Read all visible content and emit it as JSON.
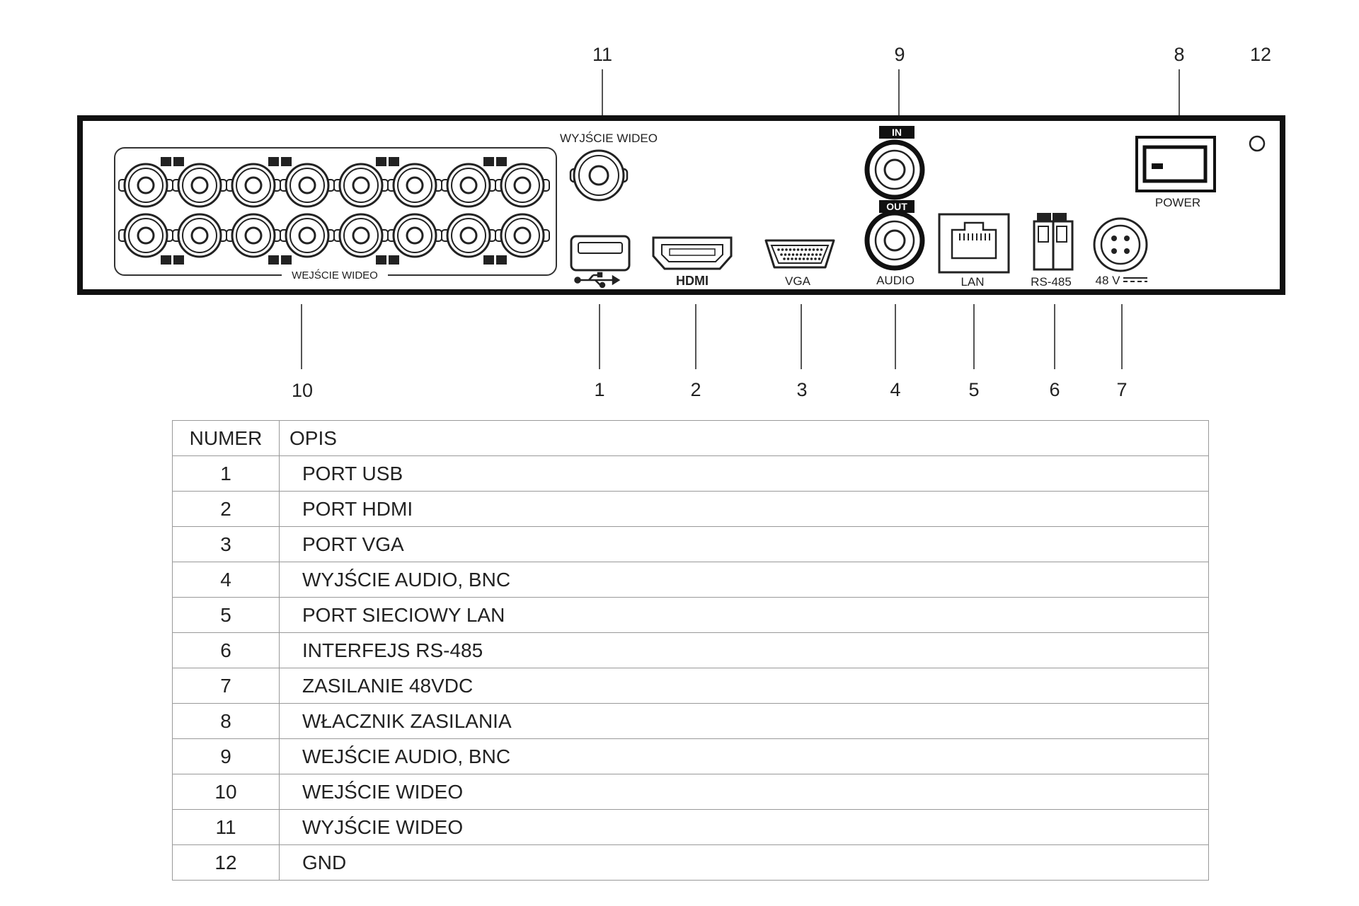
{
  "diagram": {
    "callouts": [
      "1",
      "2",
      "3",
      "4",
      "5",
      "6",
      "7",
      "8",
      "9",
      "10",
      "11",
      "12"
    ],
    "labels": {
      "video_in": "WEJŚCIE WIDEO",
      "video_out": "WYJŚCIE WIDEO",
      "hdmi": "HDMI",
      "vga": "VGA",
      "audio": "AUDIO",
      "audio_in": "IN",
      "audio_out": "OUT",
      "lan": "LAN",
      "rs485": "RS-485",
      "power_in": "48 V",
      "power": "POWER"
    }
  },
  "table": {
    "headers": [
      "NUMER",
      "OPIS"
    ],
    "rows": [
      {
        "num": "1",
        "desc": "PORT USB"
      },
      {
        "num": "2",
        "desc": "PORT HDMI"
      },
      {
        "num": "3",
        "desc": "PORT VGA"
      },
      {
        "num": "4",
        "desc": "WYJŚCIE AUDIO, BNC"
      },
      {
        "num": "5",
        "desc": "PORT SIECIOWY LAN"
      },
      {
        "num": "6",
        "desc": "INTERFEJS RS-485"
      },
      {
        "num": "7",
        "desc": "ZASILANIE 48VDC"
      },
      {
        "num": "8",
        "desc": "WŁACZNIK ZASILANIA"
      },
      {
        "num": "9",
        "desc": "WEJŚCIE AUDIO, BNC"
      },
      {
        "num": "10",
        "desc": "WEJŚCIE WIDEO"
      },
      {
        "num": "11",
        "desc": "WYJŚCIE WIDEO"
      },
      {
        "num": "12",
        "desc": "GND"
      }
    ]
  }
}
